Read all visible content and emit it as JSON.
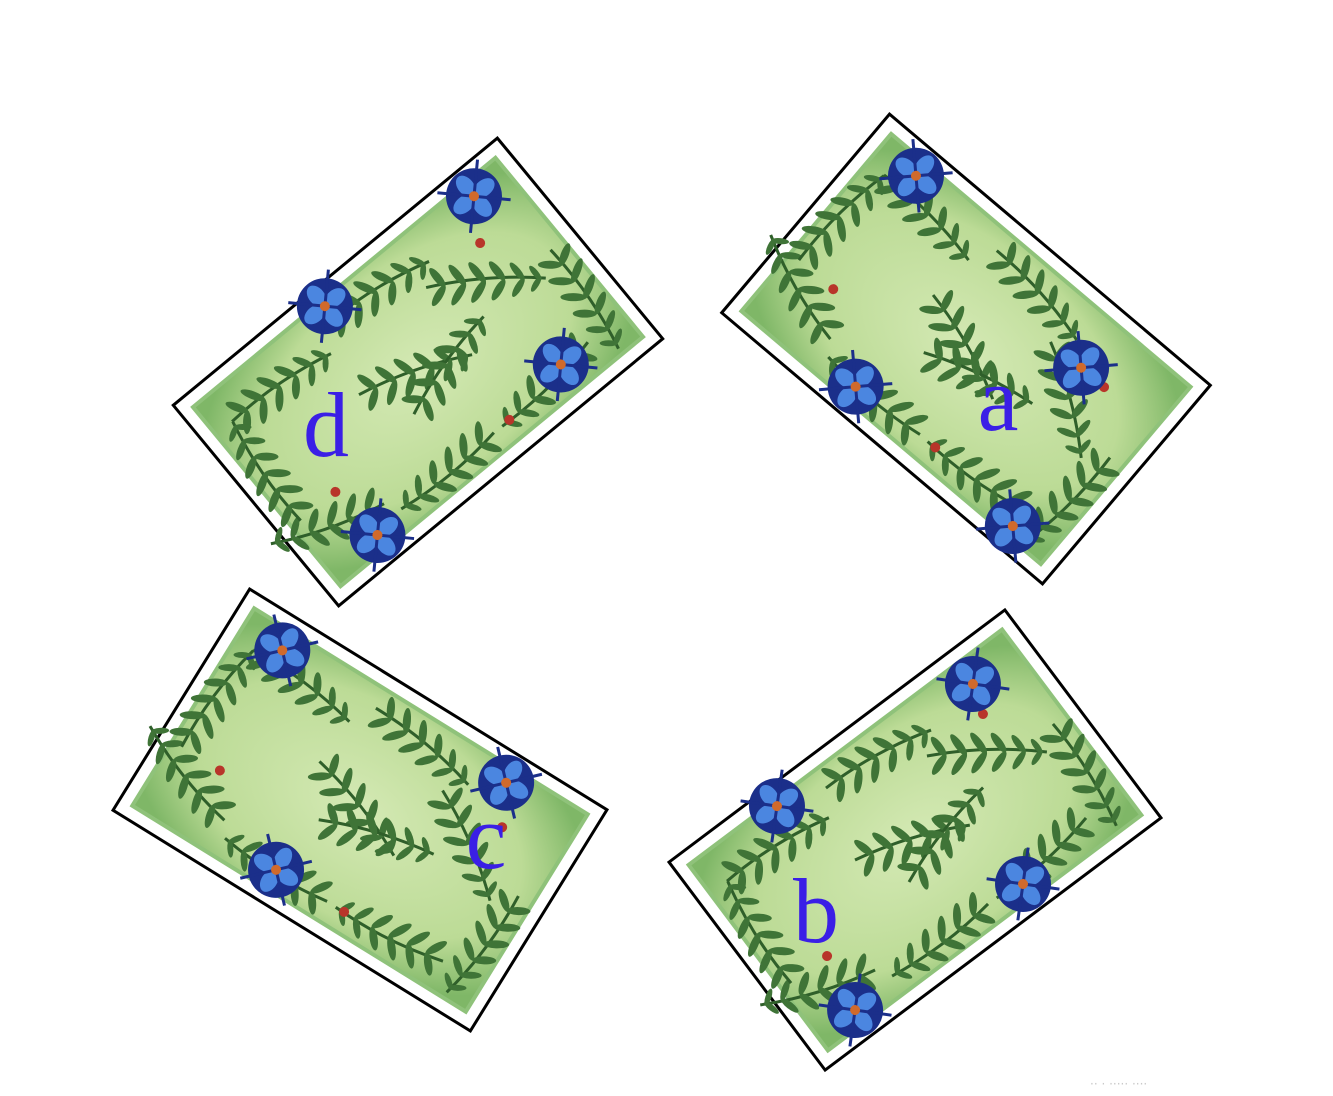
{
  "cards": [
    {
      "id": "c",
      "label": "c"
    },
    {
      "id": "b",
      "label": "b"
    },
    {
      "id": "a",
      "label": "a"
    },
    {
      "id": "d",
      "label": "d"
    }
  ],
  "colors": {
    "card_outline": "#000000",
    "card_fill": "#c6e0a0",
    "card_edge": "#76b260",
    "leaf": "#3b6e34",
    "flower": "#1c3ea8",
    "flower_petal": "#3c6fd6",
    "flower_center": "#d06a2c",
    "berry": "#b8352a",
    "letter": "#3a1fe6"
  },
  "icons": [
    "rosemary-sprig-icon",
    "blue-flower-icon",
    "red-berry-icon"
  ],
  "watermark": {
    "text": "·· · ····· ····"
  }
}
